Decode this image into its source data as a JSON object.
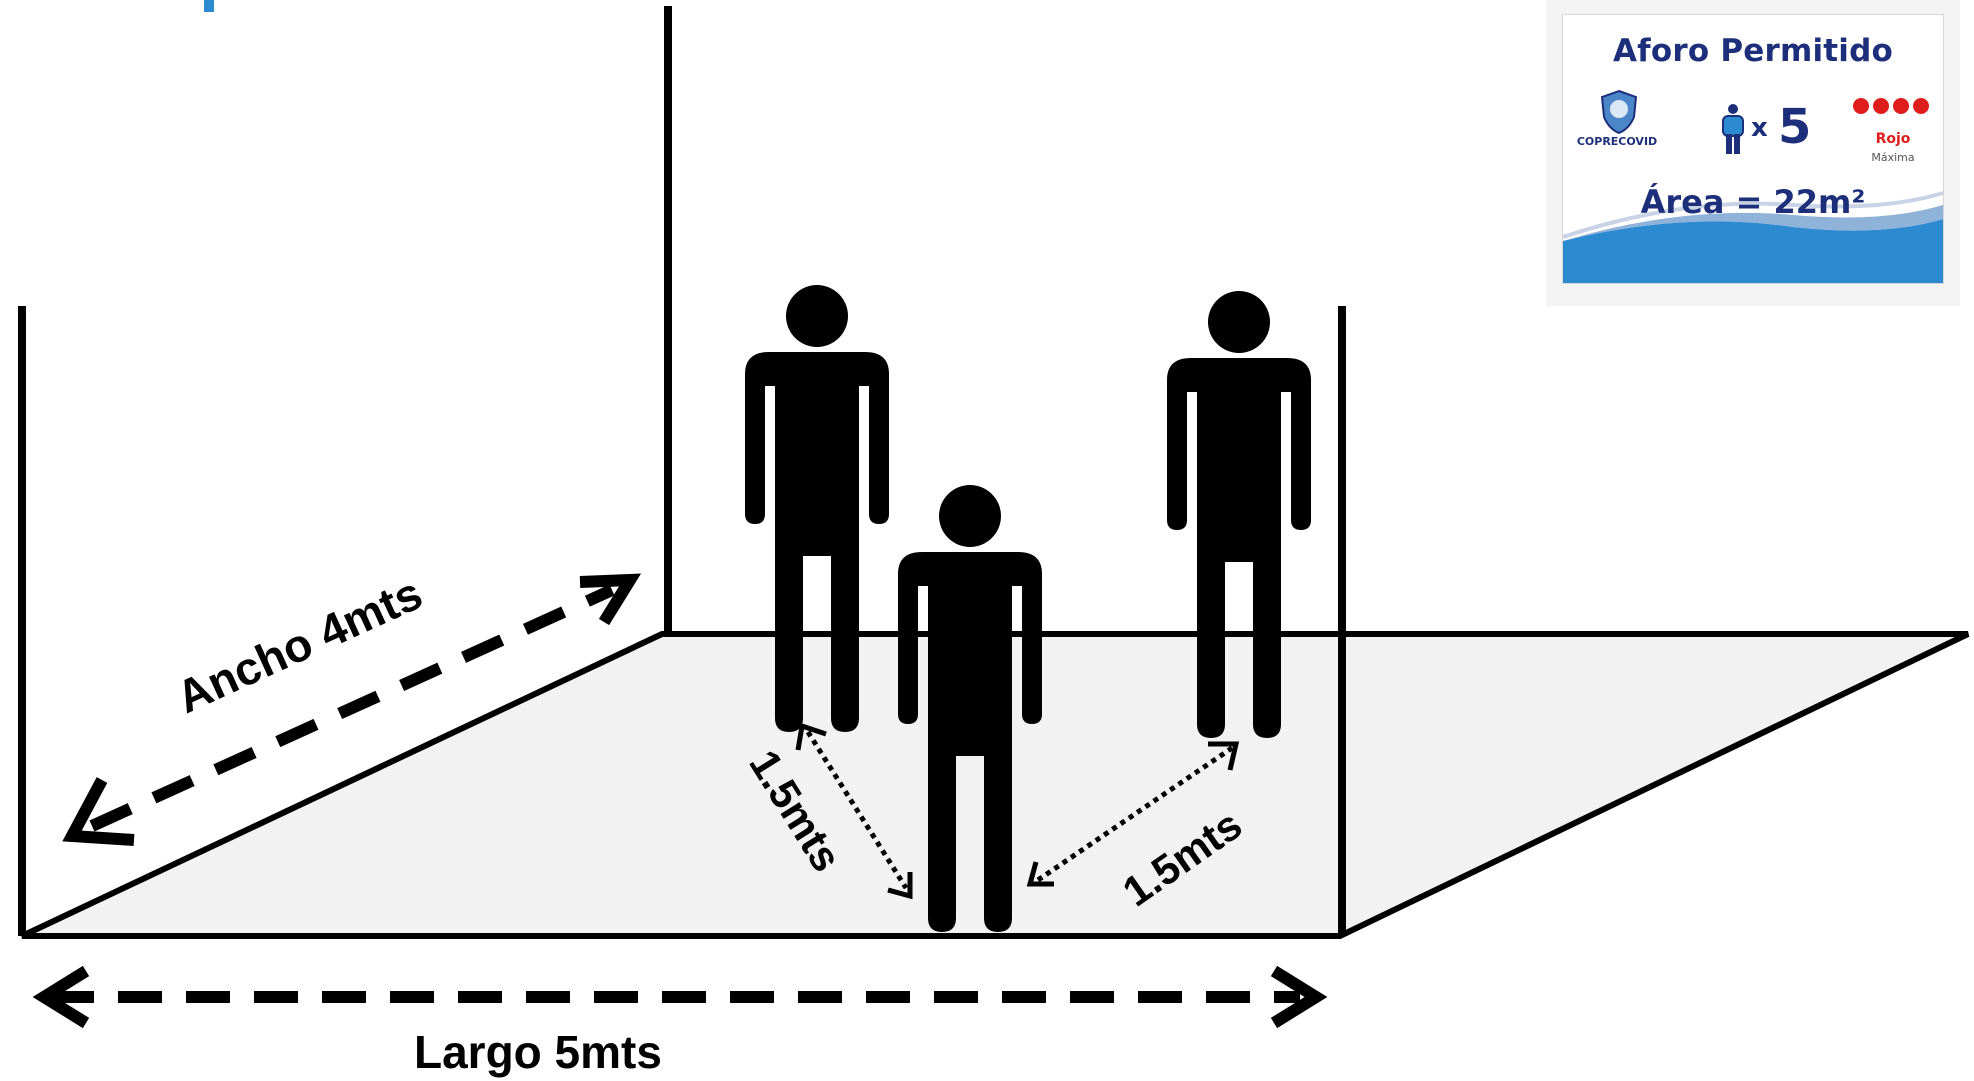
{
  "labels": {
    "width": "Ancho 4mts",
    "length": "Largo 5mts",
    "distance_left": "1.5mts",
    "distance_right": "1.5mts"
  },
  "sign": {
    "title": "Aforo Permitido",
    "organization": "COPRECOVID",
    "multiplier": "x",
    "count": "5",
    "alert_level": "Rojo",
    "alert_level_detail": "Máxima",
    "area": "Área = 22m²",
    "icons": [
      "shield-icon",
      "person-icon",
      "alert-dots-icon"
    ]
  },
  "colors": {
    "line": "#000000",
    "floor": "#f2f2f2",
    "sign_text": "#1d2f7a",
    "alert_red": "#e01d1d",
    "accent_blue": "#2b8ad0"
  }
}
